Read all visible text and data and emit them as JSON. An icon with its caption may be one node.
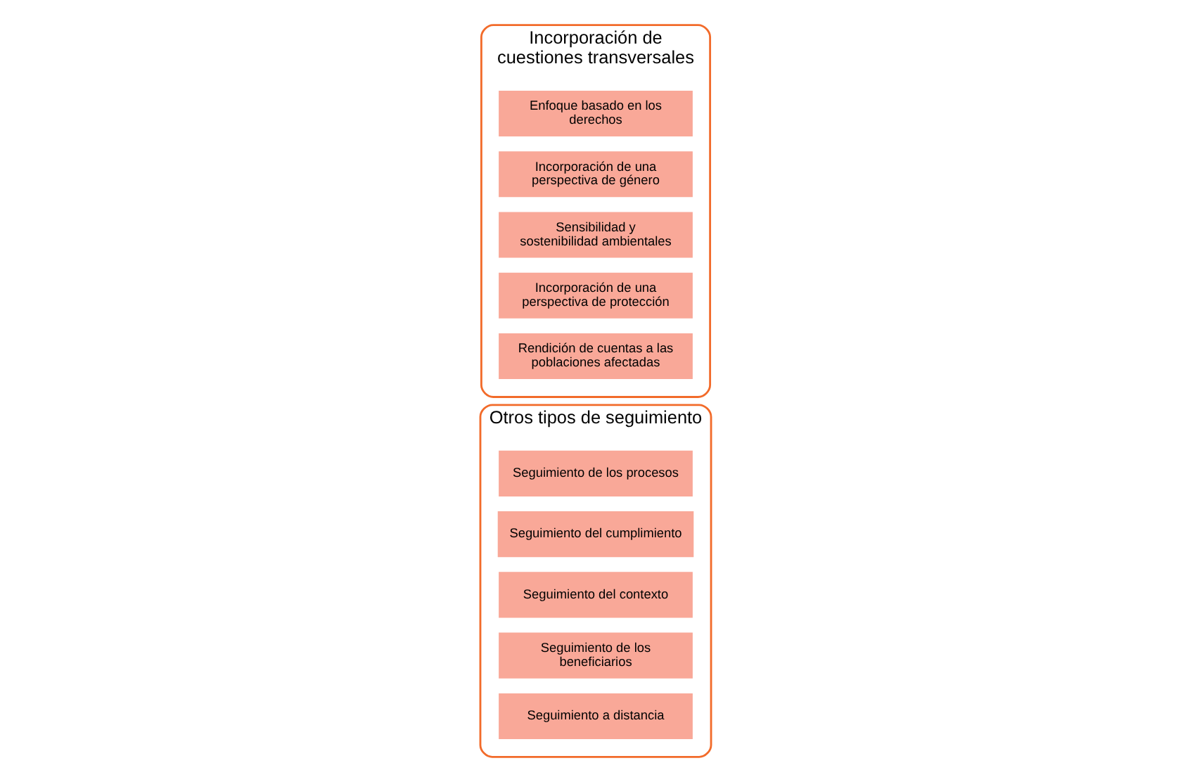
{
  "diagram": {
    "nodes": [
      {
        "text": [
          "Otros tipos de seguimiento"
        ]
      },
      {
        "text": [
          "Seguimiento de los procesos"
        ],
        "in": 0
      },
      {
        "text": [
          "Seguimiento del cumplimiento"
        ],
        "in": 0
      },
      {
        "text": [
          "Seguimiento del contexto"
        ],
        "in": 0
      },
      {
        "text": [
          "Seguimiento de los beneficiarios"
        ],
        "in": 0
      },
      {
        "text": [
          "Seguimiento a distancia"
        ],
        "in": 0
      },
      {
        "text": [
          "Incorporación de cuestiones transversales"
        ]
      },
      {
        "text": [
          "Enfoque basado en los derechos"
        ],
        "in": 6
      },
      {
        "text": [
          "Incorporación de una perspectiva de género"
        ],
        "in": 6
      },
      {
        "text": [
          "Sensibilidad y sostenibilidad ambientales"
        ],
        "in": 6
      },
      {
        "text": [
          "Incorporación de una perspectiva de protección"
        ],
        "in": 6
      },
      {
        "text": [
          "Rendición de cuentas a las poblaciones afectadas"
        ],
        "in": 6
      }
    ]
  }
}
